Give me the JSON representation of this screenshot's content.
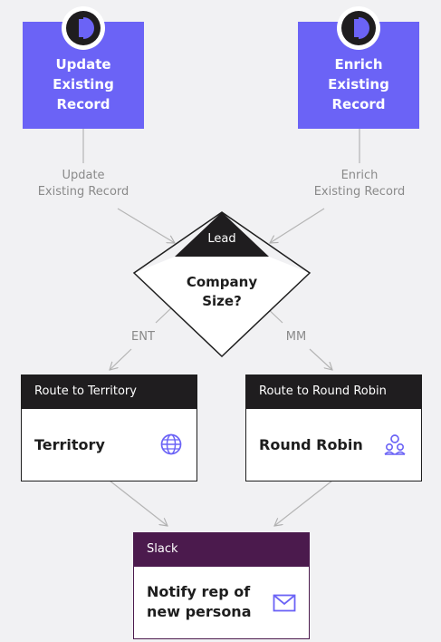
{
  "nodes": {
    "update": {
      "title": "Update\nExisting\nRecord"
    },
    "enrich": {
      "title": "Enrich\nExisting\nRecord"
    },
    "decision": {
      "header": "Lead",
      "question": "Company\nSize?"
    },
    "territory": {
      "header": "Route to Territory",
      "body": "Territory",
      "icon": "globe-icon"
    },
    "round_robin": {
      "header": "Route to Round Robin",
      "body": "Round Robin",
      "icon": "users-icon"
    },
    "slack": {
      "header": "Slack",
      "body": "Notify rep of\nnew persona",
      "icon": "mail-icon"
    }
  },
  "edges": {
    "update_label": "Update\nExisting Record",
    "enrich_label": "Enrich\nExisting Record",
    "ent_label": "ENT",
    "mm_label": "MM"
  },
  "colors": {
    "primary": "#6b63f6",
    "dark": "#1f1d1f",
    "slack": "#4b1a4d",
    "edge": "#b5b5b5",
    "background": "#f1f1f3"
  }
}
